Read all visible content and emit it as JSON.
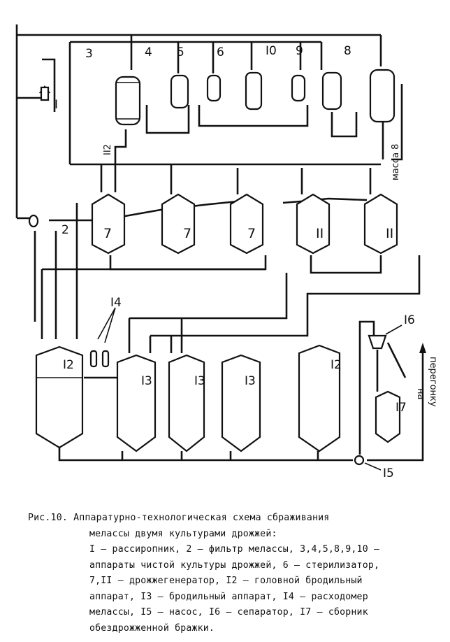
{
  "figure": {
    "labels": {
      "l1": "I",
      "l2": "2",
      "l3": "3",
      "l4": "4",
      "l5": "5",
      "l6": "6",
      "l10": "I0",
      "l9": "9",
      "l8": "8",
      "l7a": "7",
      "l7b": "7",
      "l7c": "7",
      "l11a": "II",
      "l11b": "II",
      "l12a": "I2",
      "l12b": "I2",
      "l13a": "I3",
      "l13b": "I3",
      "l13c": "I3",
      "l14": "I4",
      "l15": "I5",
      "l16": "I6",
      "l17": "I7",
      "pipe112": "II2",
      "mass8": "масса 8",
      "side_na": "на",
      "side_peregonku": "перегонку"
    }
  },
  "caption": {
    "title": "Рис.10. Аппаратурно-технологическая схема сбраживания",
    "line2": "мелассы двумя культурами дрожжей:",
    "line3": "I – рассиропник, 2 – фильтр мелассы, 3,4,5,8,9,10 –",
    "line4": "аппараты чистой культуры дрожжей, 6 – стерилизатор,",
    "line5": "7,II – дрожжегенератор, I2 – головной бродильный",
    "line6": "аппарат, I3 – бродильный аппарат, I4 – расходомер",
    "line7": "мелассы, I5 – насос, I6 – сепаратор, I7 – сборник",
    "line8": "обездрожженной бражки."
  }
}
